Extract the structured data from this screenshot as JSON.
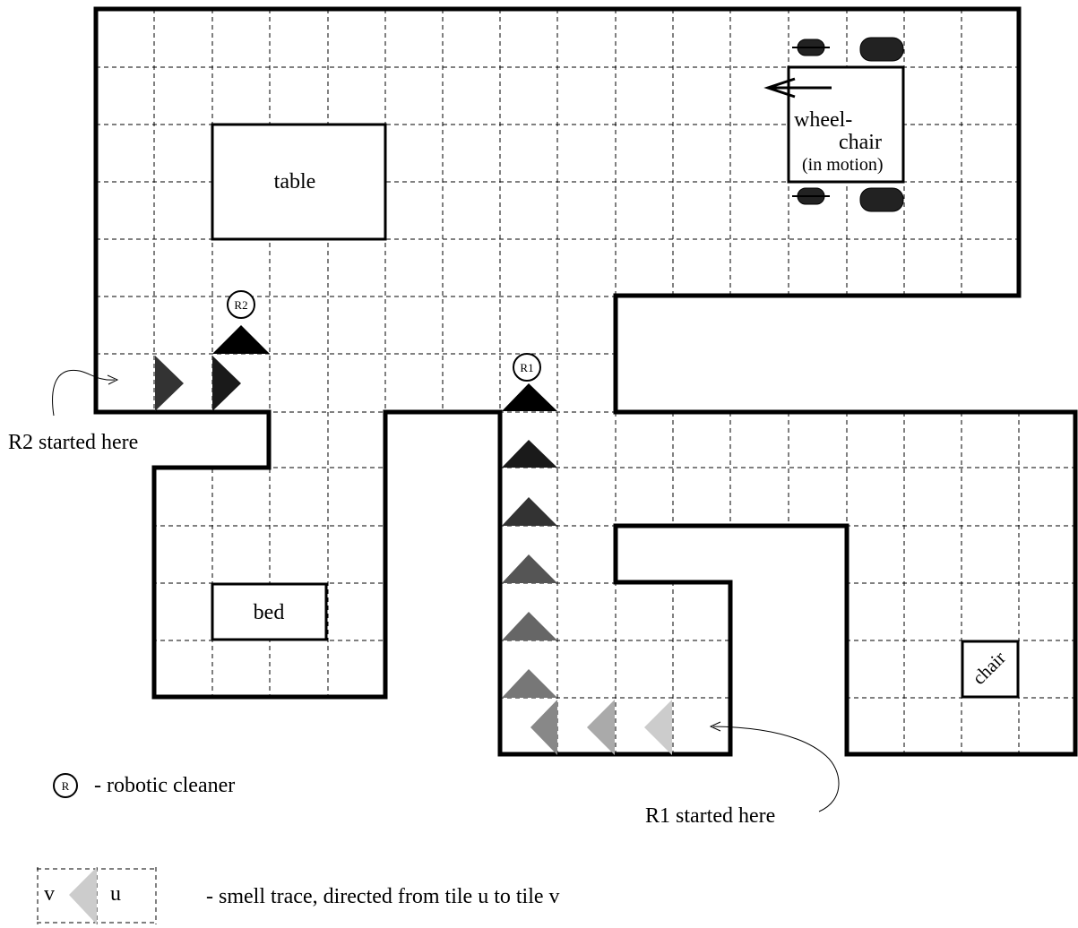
{
  "labels": {
    "table": "table",
    "bed": "bed",
    "chair": "chair",
    "wheelchair_line1": "wheel-",
    "wheelchair_line2": "chair",
    "wheelchair_line3": "(in motion)",
    "r1_badge": "R1",
    "r2_badge": "R2",
    "r1_start": "R1 started here",
    "r2_start": "R2 started here"
  },
  "legend": {
    "robot_badge": "R",
    "robot_text": "- robotic cleaner",
    "trace_v": "v",
    "trace_u": "u",
    "trace_text": "- smell trace, directed from tile u to tile v"
  },
  "colors": {
    "trace_fresh": "#111111",
    "trace_old": "#cccccc"
  }
}
